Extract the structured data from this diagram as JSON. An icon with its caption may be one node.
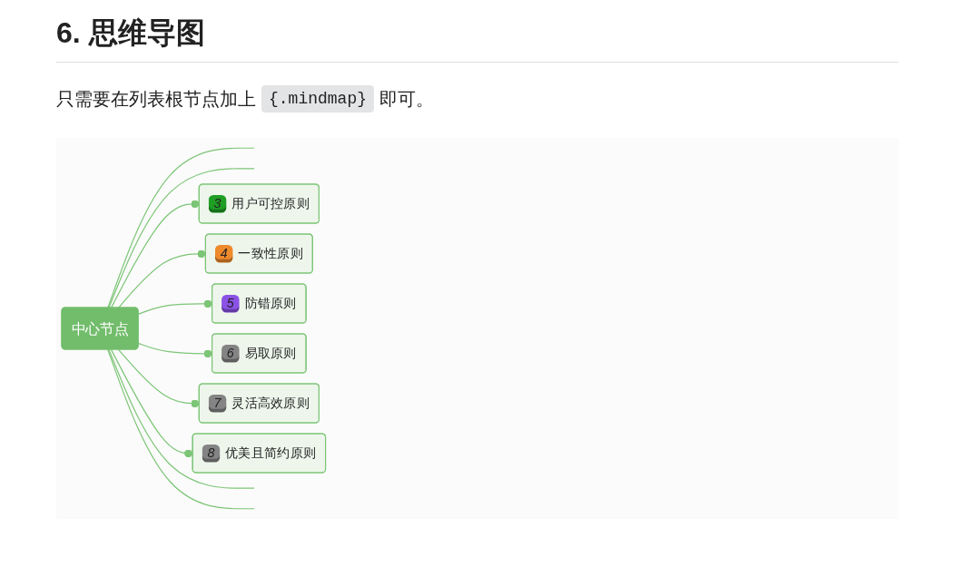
{
  "diagram": {
    "title": "6. 思维导图",
    "nodes": [
      {
        "text": [
          "中心节点"
        ]
      },
      {
        "text": [
          "3",
          "用户可控原则"
        ]
      },
      {
        "text": [
          "4",
          "一致性原则"
        ]
      },
      {
        "text": [
          "5",
          "防错原则"
        ]
      },
      {
        "text": [
          "6",
          "易取原则"
        ]
      },
      {
        "text": [
          "7",
          "灵活高效原则"
        ]
      },
      {
        "text": [
          "8",
          "优美且简约原则"
        ]
      }
    ],
    "edges": [
      {
        "from": 0,
        "to": null,
        "arrow": "none"
      },
      {
        "from": 0,
        "to": null,
        "arrow": "none"
      },
      {
        "from": 0,
        "to": 1,
        "arrow": "other"
      },
      {
        "from": 0,
        "to": 2,
        "arrow": "other"
      },
      {
        "from": 0,
        "to": 3,
        "arrow": "other"
      },
      {
        "from": 0,
        "to": 4,
        "arrow": "other"
      },
      {
        "from": 0,
        "to": 5,
        "arrow": "other"
      },
      {
        "from": 0,
        "to": 6,
        "arrow": "other"
      },
      {
        "from": 0,
        "to": null,
        "arrow": "none"
      },
      {
        "from": 0,
        "to": null,
        "arrow": "none"
      }
    ],
    "labels": [
      "只需要在列表根节点加上",
      "{.mindmap}",
      "即可。"
    ]
  }
}
